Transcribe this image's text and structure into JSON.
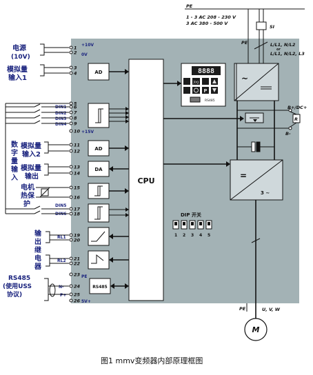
{
  "supply": {
    "pe": "PE",
    "line1": "1 - 3 AC 208 - 230 V",
    "line2": "3 AC 380 - 500 V",
    "switch": "SI",
    "pe_inner": "PE",
    "terminals_a": "L/L1, N/L2",
    "terminals_or": "or",
    "terminals_b": "L/L1, N/L2, L3"
  },
  "left_labels": {
    "power_a": "电源",
    "power_b": "(10V)",
    "analog_in1_a": "模拟量",
    "analog_in1_b": "输入1",
    "digital_in_a": "数",
    "digital_in_b": "字",
    "digital_in_c": "量",
    "digital_in_d": "输",
    "digital_in_e": "入",
    "analog_in2_a": "模拟量",
    "analog_in2_b": "输入2",
    "analog_out_a": "模拟量",
    "analog_out_b": "输出",
    "motor_prot_a": "电机",
    "motor_prot_b": "热保",
    "motor_prot_c": "护",
    "relay_out_a": "输",
    "relay_out_b": "出",
    "relay_out_c": "继",
    "relay_out_d": "电",
    "relay_out_e": "器",
    "rs485_a": "RS485",
    "rs485_b": "(使用USS",
    "rs485_c": "协议)"
  },
  "terminals": {
    "plus10v": "+10V",
    "zero_v": "0V",
    "plus15v": "+15V",
    "fivev": "5V+",
    "pe": "PE",
    "n_minus": "N-",
    "p_plus": "P+",
    "din1": "DIN1",
    "din2": "DIN2",
    "din3": "DIN3",
    "din4": "DIN4",
    "din5": "DIN5",
    "din6": "DIN6",
    "rl1": "RL1",
    "rl2": "RL2",
    "nums": [
      "1",
      "2",
      "3",
      "4",
      "5",
      "6",
      "7",
      "8",
      "9",
      "10",
      "11",
      "12",
      "13",
      "14",
      "15",
      "16",
      "17",
      "18",
      "19",
      "20",
      "21",
      "22",
      "23",
      "24",
      "25",
      "26"
    ]
  },
  "blocks": {
    "ad1": "AD",
    "ad2": "AD",
    "da": "DA",
    "rs485": "RS485",
    "cpu": "CPU",
    "display": "8888",
    "rs485_small": "RS485",
    "keys": [
      "Jog",
      "P"
    ]
  },
  "dip": {
    "title": "DIP 开关",
    "numbers": [
      "1",
      "2",
      "3",
      "4",
      "5"
    ]
  },
  "power_stage": {
    "tilde": "~",
    "equals": "=",
    "three_ac": "3 ~",
    "b_dc": "B+/DC+",
    "r": "R",
    "b_minus": "B-",
    "pe": "PE",
    "uvw": "U, V, W",
    "motor": "M"
  },
  "caption": "图1  mmv变频器内部原理框图"
}
